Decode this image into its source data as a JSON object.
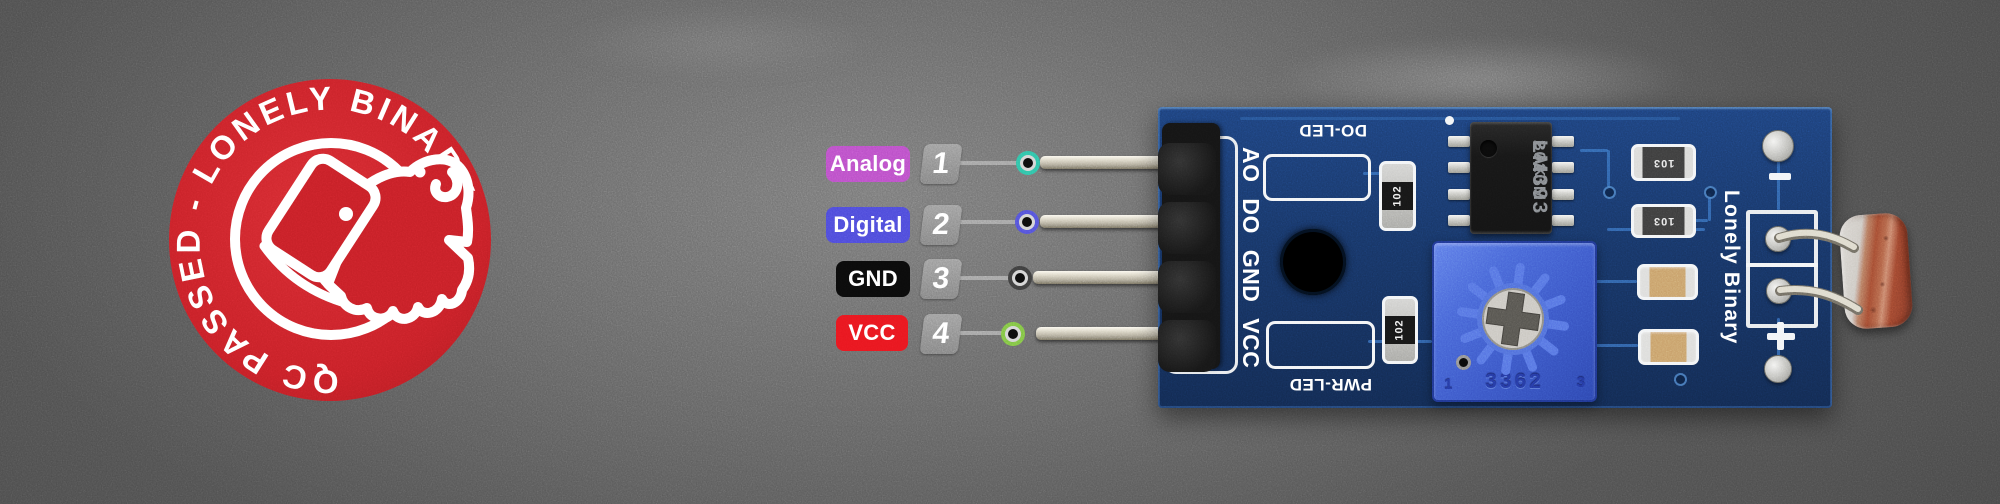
{
  "badge": {
    "ring_text": "QC PASSED - LONELY BINARY",
    "color": "#c9252b"
  },
  "pinout": {
    "rows": [
      {
        "label": "Analog",
        "number": "1",
        "label_bg": "#b94ec6",
        "marker_color": "#2fc0a4"
      },
      {
        "label": "Digital",
        "number": "2",
        "label_bg": "#4b49d9",
        "marker_color": "#5150d8"
      },
      {
        "label": "GND",
        "number": "3",
        "label_bg": "#0b0b0b",
        "marker_color": "#3c3c3c"
      },
      {
        "label": "VCC",
        "number": "4",
        "label_bg": "#e8161e",
        "marker_color": "#7cc243"
      }
    ]
  },
  "module": {
    "pin_silkscreen": "AO DO GND VCC",
    "do_led_label": "DO-LED",
    "pwr_led_label": "PWR-LED",
    "brand": "Lonely Binary",
    "ic_lines": {
      "l1": "LM393",
      "l2": "BAK",
      "l3": "2020M"
    },
    "pot": {
      "model": "3362",
      "left_mark": "1",
      "right_mark": "3"
    },
    "resistors": {
      "left_top": "102",
      "left_bottom": "102",
      "right_top": "103",
      "right_bottom": "103"
    },
    "polarity": {
      "minus": "-",
      "plus": "+"
    },
    "pcb_color": "#173463"
  }
}
